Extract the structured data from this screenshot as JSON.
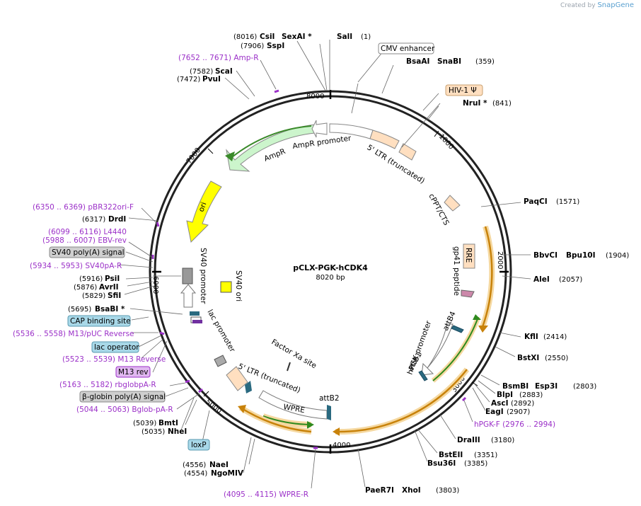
{
  "credit": {
    "prefix": "Created by",
    "brand": "SnapGene"
  },
  "plasmid": {
    "name": "pCLX-PGK-hCDK4",
    "length_label": "8020 bp"
  },
  "ticks": [
    "8000",
    "1000",
    "2000",
    "3000",
    "4000",
    "5000",
    "6000",
    "7000"
  ],
  "enzymes": {
    "csii_pos": "(8016)",
    "csii": "CsiI",
    "sexai": "SexAI *",
    "sspi_pos": "(7906)",
    "sspi": "SspI",
    "sali": "SalI",
    "sali_pos": "(1)",
    "scai_pos": "(7582)",
    "scai": "ScaI",
    "pvui_pos": "(7472)",
    "pvui": "PvuI",
    "bsaai": "BsaAI",
    "snabi": "SnaBI",
    "snabi_pos": "(359)",
    "nrui": "NruI *",
    "nrui_pos": "(841)",
    "paqci": "PaqCI",
    "paqci_pos": "(1571)",
    "bbvci": "BbvCI",
    "bpu10i": "Bpu10I",
    "bpu10i_pos": "(1904)",
    "alei": "AleI",
    "alei_pos": "(2057)",
    "kfli": "KflI",
    "kfli_pos": "(2414)",
    "bstxi": "BstXI",
    "bstxi_pos": "(2550)",
    "bsmbi": "BsmBI",
    "esp3i": "Esp3I",
    "esp3i_pos": "(2803)",
    "blpi": "BlpI",
    "blpi_pos": "(2883)",
    "asci": "AscI",
    "asci_pos": "(2892)",
    "eagi": "EagI",
    "eagi_pos": "(2907)",
    "draiii": "DraIII",
    "draiii_pos": "(3180)",
    "bsteii": "BstEII",
    "bsteii_pos": "(3351)",
    "bsu36i": "Bsu36I",
    "bsu36i_pos": "(3385)",
    "paer7i": "PaeR7I",
    "xhoi": "XhoI",
    "xhoi_pos": "(3803)",
    "naei_pos": "(4556)",
    "naei": "NaeI",
    "ngomiv_pos": "(4554)",
    "ngomiv": "NgoMIV",
    "bmti_pos": "(5039)",
    "bmti": "BmtI",
    "nhei_pos": "(5035)",
    "nhei": "NheI",
    "bsabi_pos": "(5695)",
    "bsabi": "BsaBI *",
    "sfii_pos": "(5829)",
    "sfii": "SfiI",
    "avrii_pos": "(5876)",
    "avrii": "AvrII",
    "psii_pos": "(5916)",
    "psii": "PsiI",
    "drdi_pos": "(6317)",
    "drdi": "DrdI"
  },
  "primers": {
    "ampr": "(7652 .. 7671)  Amp-R",
    "pbr322": "(6350 .. 6369)  pBR322ori-F",
    "l4440": "(6099 .. 6116)  L4440",
    "ebvrev": "(5988 .. 6007)  EBV-rev",
    "sv40pa": "(5934 .. 5953)  SV40pA-R",
    "m13puc": "(5536 .. 5558)  M13/pUC Reverse",
    "m13rev": "(5523 .. 5539)  M13 Reverse",
    "rbglob": "(5163 .. 5182)  rbglobpA-R",
    "bglob": "(5044 .. 5063)  Bglob-pA-R",
    "wprer": "(4095 .. 4115)  WPRE-R",
    "hpgkf": "hPGK-F  (2976 .. 2994)"
  },
  "boxed": {
    "cmv": "CMV enhancer",
    "hiv": "HIV-1 Ψ",
    "sv40polya": "SV40 poly(A) signal",
    "cap": "CAP binding site",
    "lacop": "lac operator",
    "m13revbox": "M13 rev",
    "bglobin": "β-globin poly(A) signal",
    "loxp": "loxP"
  },
  "features": {
    "ampr": "AmpR",
    "amprprom": "AmpR promoter",
    "ltr5a": "5' LTR (truncated)",
    "cppt": "cPPT/CTS",
    "rre": "RRE",
    "gp41": "gp41 peptide",
    "ori": "ori",
    "sv40prom": "SV40 promoter",
    "sv40ori": "SV40 ori",
    "lacprom": "lac promoter",
    "factorxa": "Factor Xa site",
    "ltr5b": "5' LTR (truncated)",
    "wpre": "WPRE",
    "attb2": "attB2",
    "hpgk": "hPGK promoter",
    "attb4": "attB4",
    "attb1": "attB1"
  }
}
